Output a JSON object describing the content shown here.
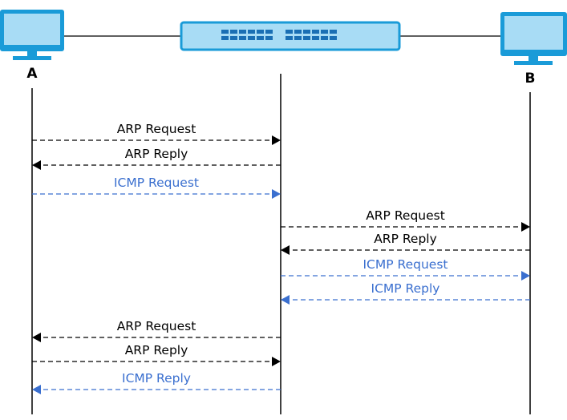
{
  "nodes": {
    "a": {
      "label": "A"
    },
    "b": {
      "label": "B"
    }
  },
  "icons": {
    "host_a": "computer-monitor-icon",
    "switch": "network-switch-icon",
    "host_b": "computer-monitor-icon"
  },
  "colors": {
    "arp": "#000000",
    "icmp": "#3a6fcf",
    "device_fill": "#a8dcf5",
    "device_stroke": "#1a9bd8",
    "port": "#1a6fb4"
  },
  "messages": [
    {
      "label": "ARP Request",
      "kind": "arp",
      "from": "A",
      "to": "switch"
    },
    {
      "label": "ARP Reply",
      "kind": "arp",
      "from": "switch",
      "to": "A"
    },
    {
      "label": "ICMP Request",
      "kind": "icmp",
      "from": "A",
      "to": "switch"
    },
    {
      "label": "ARP Request",
      "kind": "arp",
      "from": "switch",
      "to": "B"
    },
    {
      "label": "ARP Reply",
      "kind": "arp",
      "from": "B",
      "to": "switch"
    },
    {
      "label": "ICMP Request",
      "kind": "icmp",
      "from": "switch",
      "to": "B"
    },
    {
      "label": "ICMP Reply",
      "kind": "icmp",
      "from": "B",
      "to": "switch"
    },
    {
      "label": "ARP Request",
      "kind": "arp",
      "from": "switch",
      "to": "A"
    },
    {
      "label": "ARP Reply",
      "kind": "arp",
      "from": "A",
      "to": "switch"
    },
    {
      "label": "ICMP Reply",
      "kind": "icmp",
      "from": "switch",
      "to": "A"
    }
  ]
}
